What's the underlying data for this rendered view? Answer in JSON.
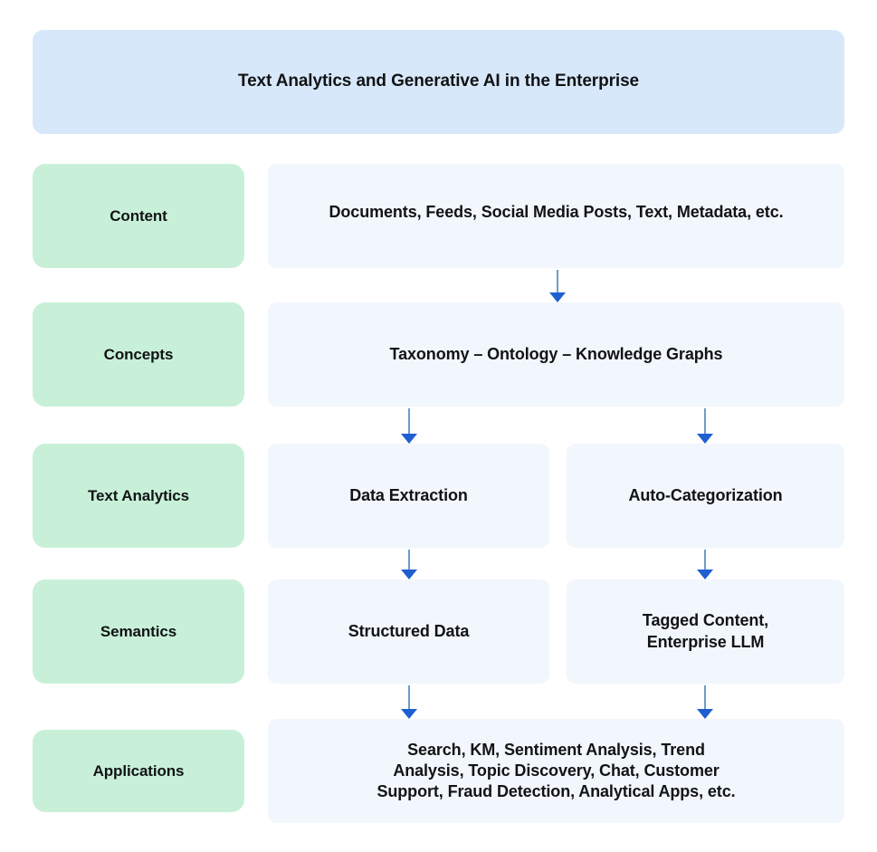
{
  "title": {
    "text": "Text Analytics and Generative AI in the Enterprise"
  },
  "colors": {
    "title_fill": "#d8e8fb",
    "stage_label_fill": "#c8f0d8",
    "content_fill": "#f2f6fd",
    "arrow_shaft": "#6d9cc8",
    "arrow_head": "#1f5fd0",
    "text": "#111314",
    "background": "#ffffff"
  },
  "stages": [
    {
      "label": "Content"
    },
    {
      "label": "Concepts"
    },
    {
      "label": "Text Analytics"
    },
    {
      "label": "Semantics"
    },
    {
      "label": "Applications"
    }
  ],
  "content": {
    "row1": "Documents, Feeds, Social Media Posts, Text, Metadata, etc.",
    "row2": "Taxonomy – Ontology – Knowledge Graphs",
    "row3_left": "Data Extraction",
    "row3_right": "Auto-Categorization",
    "row4_left": "Structured Data",
    "row4_right": "Tagged Content,\nEnterprise LLM",
    "row5": "Search, KM, Sentiment Analysis, Trend Analysis, Topic Discovery, Chat, Customer Support, Fraud Detection, Analytical Apps, etc."
  },
  "flow": {
    "arrows": [
      {
        "name": "content-to-concepts",
        "from": "row1",
        "to": "row2"
      },
      {
        "name": "concepts-to-data-extraction",
        "from": "row2",
        "to": "row3_left"
      },
      {
        "name": "concepts-to-auto-categorization",
        "from": "row2",
        "to": "row3_right"
      },
      {
        "name": "data-extraction-to-structured-data",
        "from": "row3_left",
        "to": "row4_left"
      },
      {
        "name": "auto-categorization-to-tagged-content",
        "from": "row3_right",
        "to": "row4_right"
      },
      {
        "name": "structured-data-to-applications",
        "from": "row4_left",
        "to": "row5"
      },
      {
        "name": "tagged-content-to-applications",
        "from": "row4_right",
        "to": "row5"
      }
    ]
  }
}
